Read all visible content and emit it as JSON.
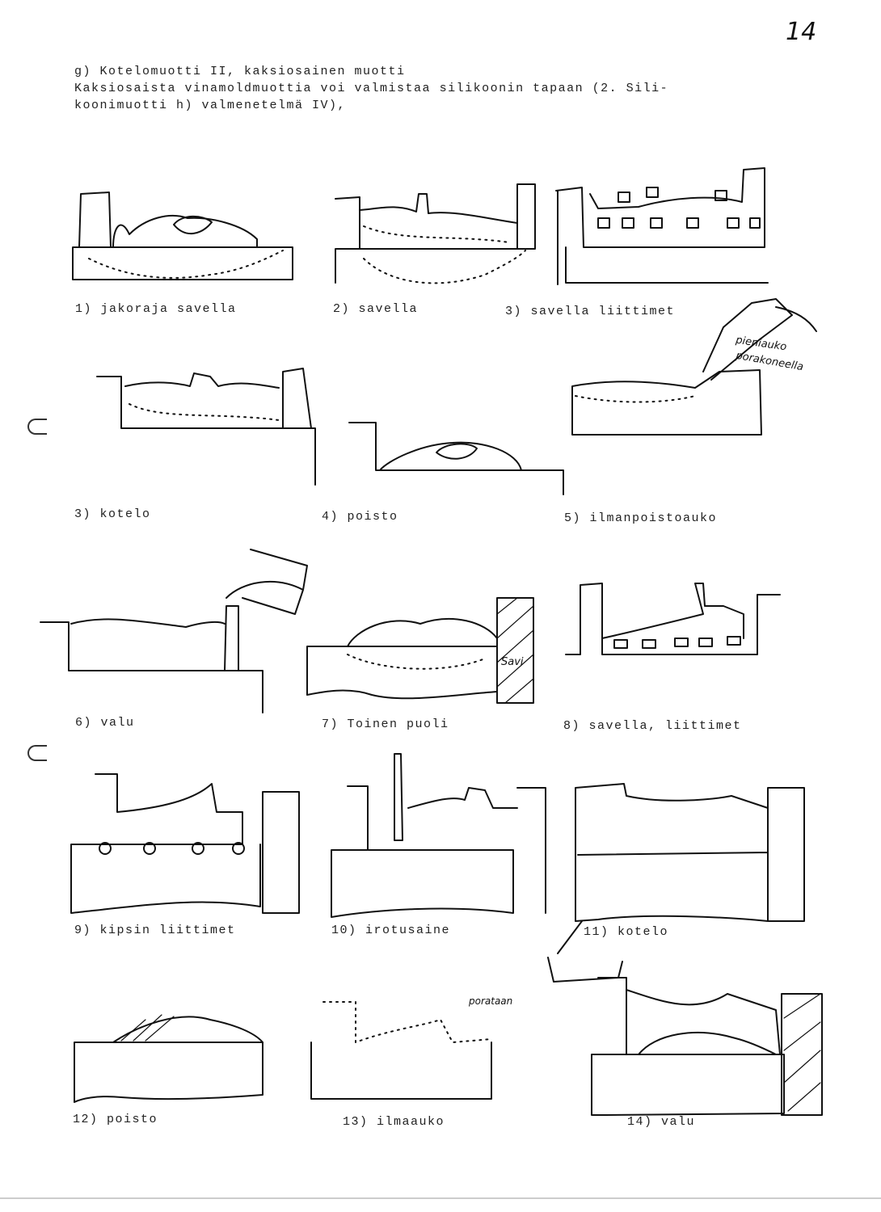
{
  "page_number": "14",
  "heading": "g) Kotelomuotti II, kaksiosainen muotti",
  "intro_line1": "Kaksiosaista vinamoldmuottia voi valmistaa silikoonin tapaan (2. Sili-",
  "intro_line2": "koonimuotti h) valmenetelmä IV),",
  "captions": [
    "1) jakoraja savella",
    "2) savella",
    "3) savella liittimet",
    "3) kotelo",
    "4) poisto",
    "5) ilmanpoistoauko",
    "6) valu",
    "7) Toinen puoli",
    "8) savella, liittimet",
    "9) kipsin liittimet",
    "10) irotusaine",
    "11) kotelo",
    "12) poisto",
    "13) ilmaauko",
    "14) valu"
  ],
  "annotations": {
    "drill_note_1": "pieniauko",
    "drill_note_2": "porakoneella",
    "clay_label": "Savi",
    "drill_note_3": "porataan"
  }
}
